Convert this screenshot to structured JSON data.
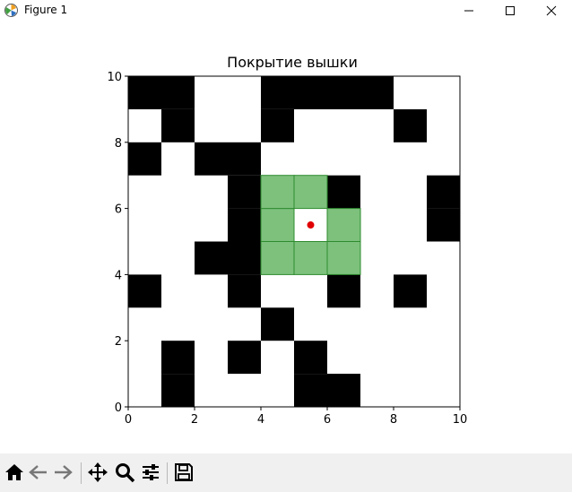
{
  "window": {
    "title": "Figure 1",
    "controls": [
      "minimize",
      "maximize",
      "close"
    ]
  },
  "toolbar": {
    "buttons": [
      {
        "name": "home-icon"
      },
      {
        "name": "back-arrow-icon"
      },
      {
        "name": "forward-arrow-icon"
      },
      {
        "name": "pan-move-icon"
      },
      {
        "name": "zoom-magnifier-icon"
      },
      {
        "name": "configure-subplots-icon"
      },
      {
        "name": "save-floppy-icon"
      }
    ]
  },
  "colors": {
    "obstacle": "#000000",
    "coverage": "#7dc17d",
    "coverage_edge": "#2e8b2e",
    "tower": "#e00000",
    "toolbar_bg": "#f0f0f0"
  },
  "chart_data": {
    "type": "heatmap",
    "title": "Покрытие вышки",
    "xlabel": "",
    "ylabel": "",
    "xlim": [
      0,
      10
    ],
    "ylim": [
      0,
      10
    ],
    "xticks": [
      "0",
      "2",
      "4",
      "6",
      "8",
      "10"
    ],
    "yticks": [
      "0",
      "2",
      "4",
      "6",
      "8",
      "10"
    ],
    "grid": false,
    "obstacle_cells": [
      [
        1,
        0
      ],
      [
        5,
        0
      ],
      [
        6,
        0
      ],
      [
        1,
        1
      ],
      [
        3,
        1
      ],
      [
        5,
        1
      ],
      [
        4,
        2
      ],
      [
        0,
        3
      ],
      [
        3,
        3
      ],
      [
        6,
        3
      ],
      [
        8,
        3
      ],
      [
        2,
        4
      ],
      [
        3,
        4
      ],
      [
        3,
        5
      ],
      [
        9,
        5
      ],
      [
        3,
        6
      ],
      [
        6,
        6
      ],
      [
        9,
        6
      ],
      [
        0,
        7
      ],
      [
        2,
        7
      ],
      [
        3,
        7
      ],
      [
        1,
        8
      ],
      [
        4,
        8
      ],
      [
        8,
        8
      ],
      [
        0,
        9
      ],
      [
        1,
        9
      ],
      [
        4,
        9
      ],
      [
        5,
        9
      ],
      [
        6,
        9
      ],
      [
        7,
        9
      ]
    ],
    "coverage_cells": [
      [
        4,
        4
      ],
      [
        5,
        4
      ],
      [
        6,
        4
      ],
      [
        4,
        5
      ],
      [
        6,
        5
      ],
      [
        4,
        6
      ],
      [
        5,
        6
      ]
    ],
    "tower": {
      "x": 5.5,
      "y": 5.5
    }
  }
}
